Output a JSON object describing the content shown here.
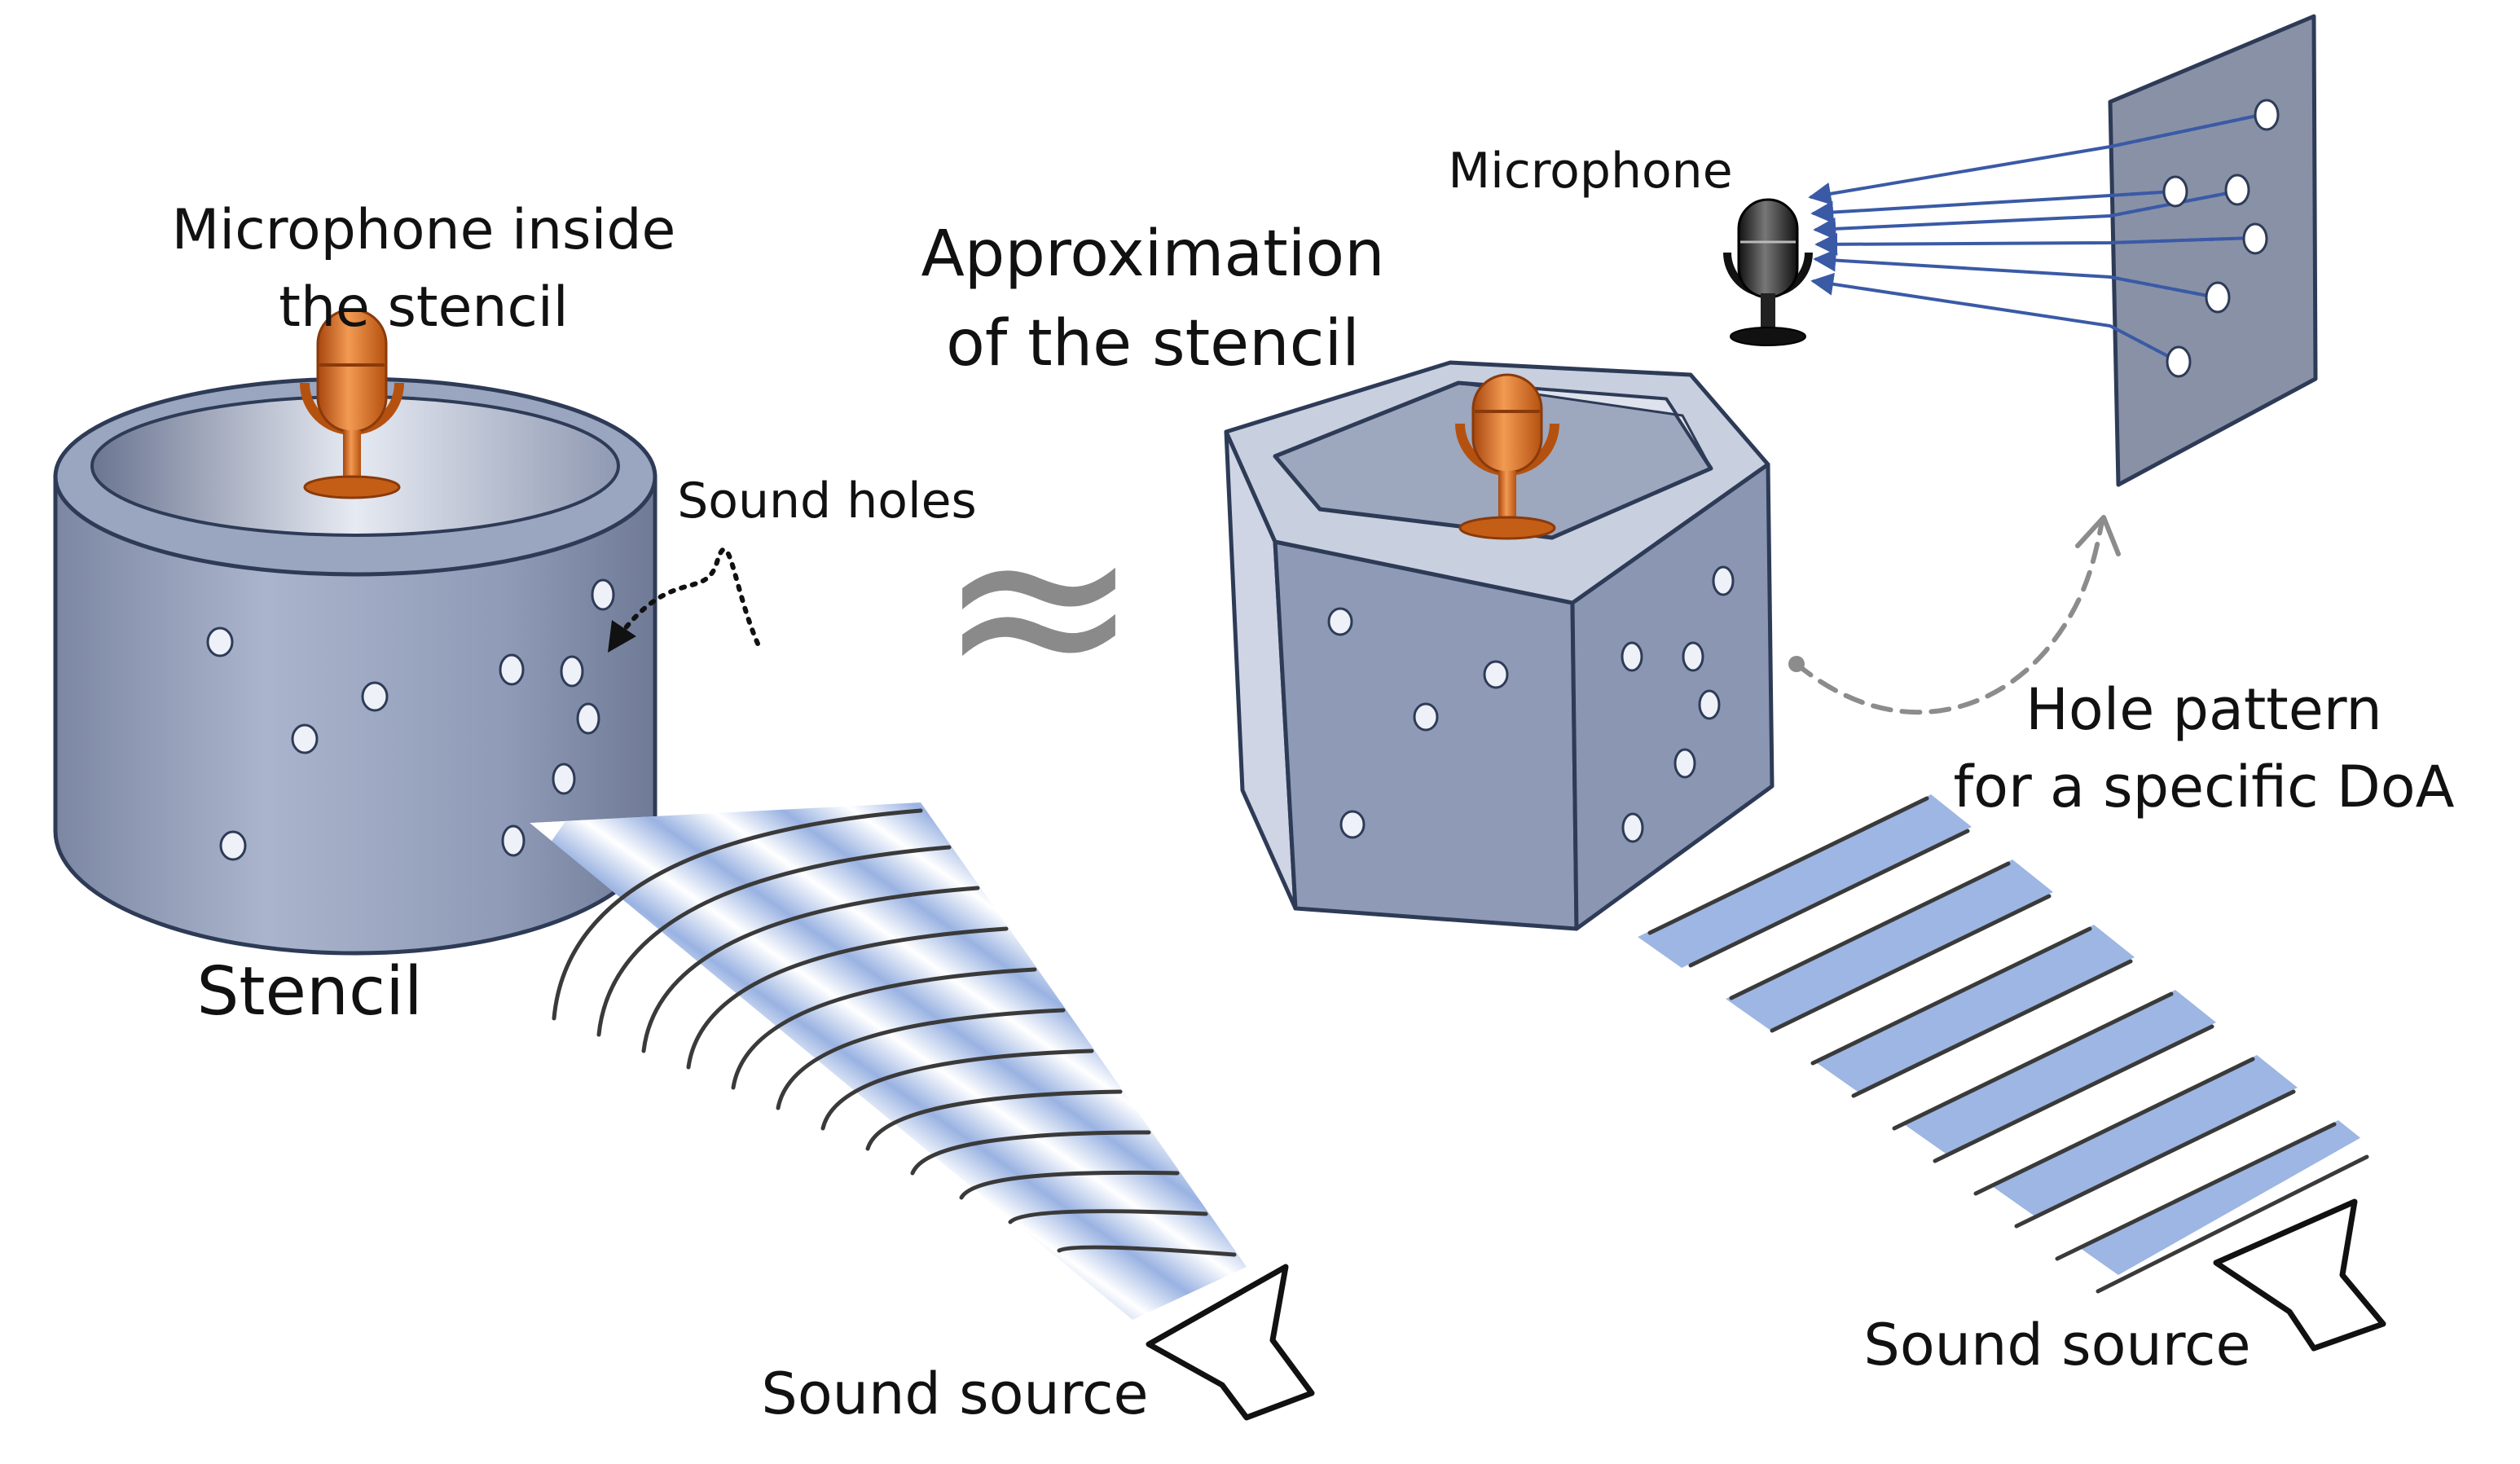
{
  "labels": {
    "mic_inside_line1": "Microphone inside",
    "mic_inside_line2": "the stencil",
    "sound_holes": "Sound holes",
    "stencil": "Stencil",
    "approx_symbol": "≈",
    "approx_line1": "Approximation",
    "approx_line2": "of the stencil",
    "microphone": "Microphone",
    "hole_pattern_line1": "Hole pattern",
    "hole_pattern_line2": "for a specific DoA",
    "sound_source_left": "Sound source",
    "sound_source_right": "Sound source"
  },
  "icons": {
    "stencil_mic": "orange-microphone-icon",
    "hexagon_mic": "orange-microphone-icon",
    "panel_mic": "black-microphone-icon",
    "speaker": "speaker-horn-icon"
  },
  "colors": {
    "body_fill": "#8e9ab6",
    "body_outline": "#2e3b57",
    "panel_fill": "#8891a6",
    "ray_color": "#3a5aa6",
    "wave_band": "#8eaadf",
    "mic_orange": "#d96f23",
    "dashed_arrow": "#8c8c8c"
  }
}
